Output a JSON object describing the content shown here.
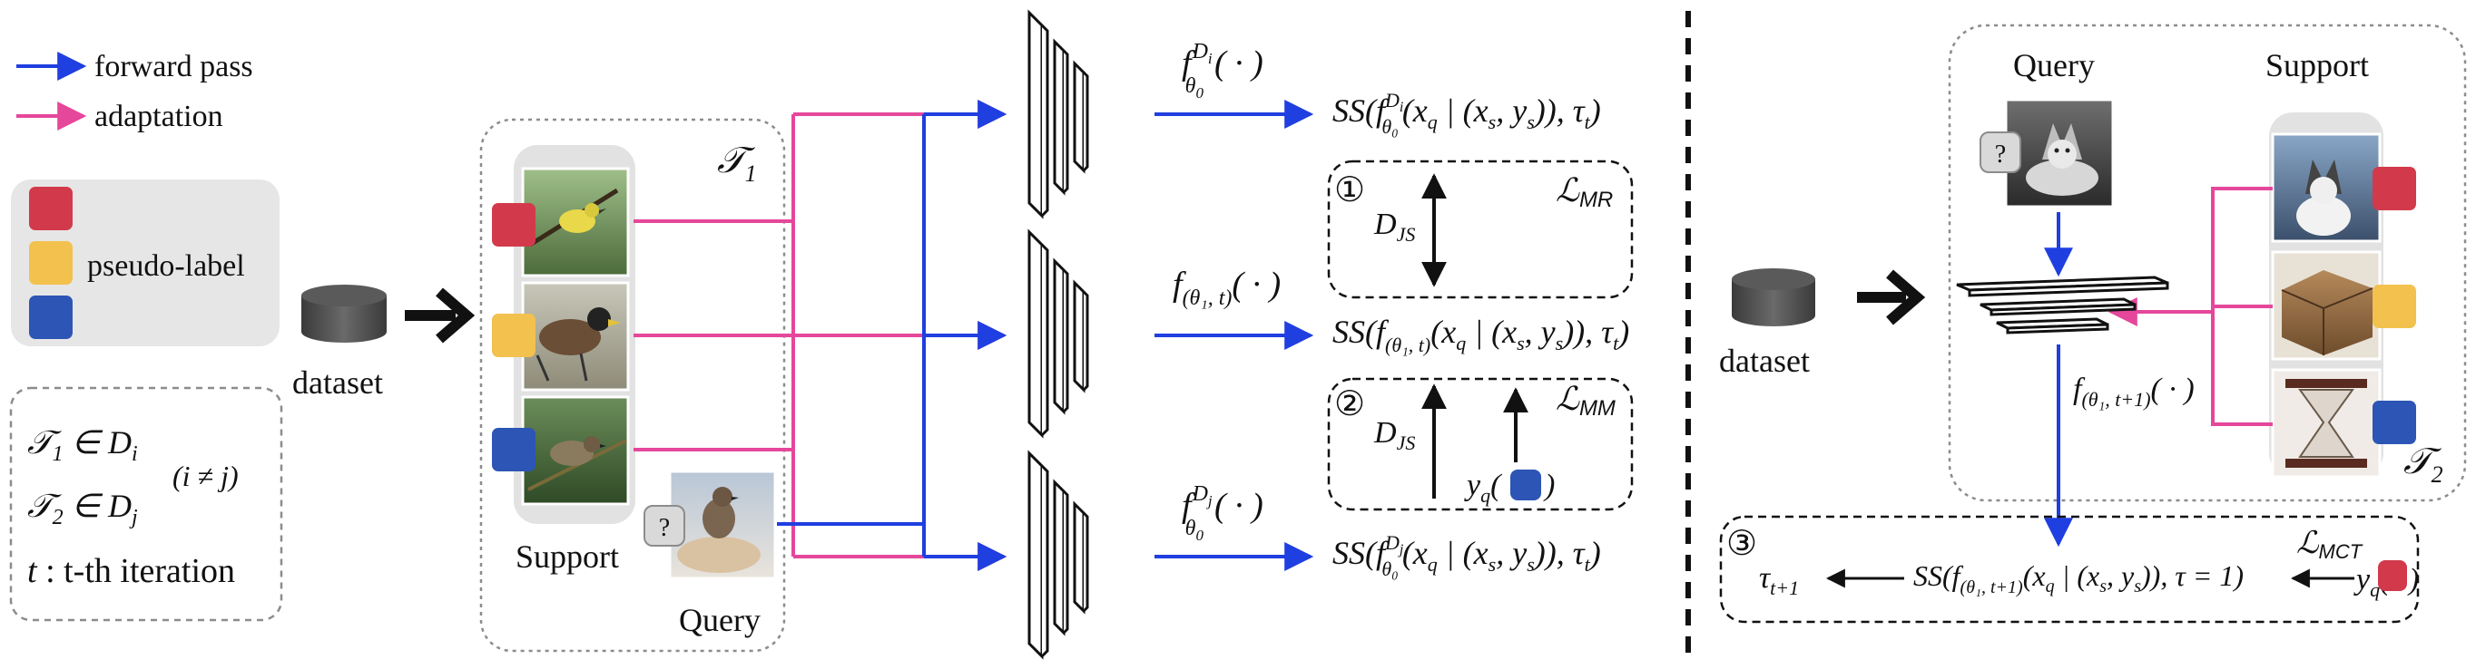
{
  "legend": {
    "forward_pass": "forward pass",
    "adaptation": "adaptation",
    "pseudo_label": "pseudo-label"
  },
  "conditions": {
    "t1_symbol": "𝒯",
    "t1_sub": "1",
    "t1_rel": " ∈ D",
    "t1_rel_sub": "i",
    "t2_symbol": "𝒯",
    "t2_sub": "2",
    "t2_rel": " ∈ D",
    "t2_rel_sub": "j",
    "ineq": "(i ≠ j)",
    "iter_var": "t",
    "iter_text": " : t-th iteration"
  },
  "left_panel": {
    "dataset": "dataset",
    "task_symbol": "𝒯",
    "task_sub": "1",
    "support": "Support",
    "query": "Query",
    "question_mark": "?"
  },
  "middle": {
    "f_top": "f",
    "f_top_sub": "θ",
    "f_top_sub2": "0",
    "f_top_sup": "D",
    "f_top_sup_sub": "i",
    "f_top_arg": "( · )",
    "f_mid": "f",
    "f_mid_sub": "(θ₁, t)",
    "f_mid_arg": "( · )",
    "f_bot": "f",
    "f_bot_sub": "θ",
    "f_bot_sub2": "0",
    "f_bot_sup": "D",
    "f_bot_sup_sub": "j",
    "f_bot_arg": "( · )",
    "ss_top_a": "SS(f",
    "ss_top_sup": "D",
    "ss_top_sup_sub": "i",
    "ss_top_sub": "θ₀",
    "ss_top_b": "(x",
    "ss_top_q": "q",
    "ss_top_c": " | (x",
    "ss_top_s1": "s",
    "ss_top_d": ", y",
    "ss_top_s2": "s",
    "ss_top_e": ")), τ",
    "ss_top_t": "t",
    "ss_top_f": ")",
    "ss_mid_a": "SS(f",
    "ss_mid_sub": "(θ₁, t)",
    "ss_mid_b": "(x",
    "ss_mid_q": "q",
    "ss_mid_c": " | (x",
    "ss_mid_s1": "s",
    "ss_mid_d": ", y",
    "ss_mid_s2": "s",
    "ss_mid_e": ")), τ",
    "ss_mid_t": "t",
    "ss_mid_f": ")",
    "ss_bot_a": "SS(f",
    "ss_bot_sup": "D",
    "ss_bot_sup_sub": "j",
    "ss_bot_sub": "θ₀",
    "ss_bot_b": "(x",
    "ss_bot_q": "q",
    "ss_bot_c": " | (x",
    "ss_bot_s1": "s",
    "ss_bot_d": ", y",
    "ss_bot_s2": "s",
    "ss_bot_e": ")), τ",
    "ss_bot_t": "t",
    "ss_bot_f": ")",
    "circle1": "①",
    "circle2": "②",
    "djs": "D",
    "djs_sub": "JS",
    "loss_mr": "ℒ",
    "loss_mr_sub": "MR",
    "loss_mm": "ℒ",
    "loss_mm_sub": "MM",
    "yq": "y",
    "yq_sub": "q",
    "yq_open": "(",
    "yq_close": ")"
  },
  "right_panel": {
    "dataset": "dataset",
    "query": "Query",
    "support": "Support",
    "question_mark": "?",
    "task_symbol": "𝒯",
    "task_sub": "2",
    "f_next": "f",
    "f_next_sub": "(θ₁, t+1)",
    "f_next_arg": "( · )",
    "circle3": "③",
    "tau_next": "τ",
    "tau_next_sub": "t+1",
    "ss_a": "SS(f",
    "ss_sub": "(θ₁, t+1)",
    "ss_b": "(x",
    "ss_q": "q",
    "ss_c": " | (x",
    "ss_s1": "s",
    "ss_d": ", y",
    "ss_s2": "s",
    "ss_e": ")), τ = 1)",
    "loss_mct": "ℒ",
    "loss_mct_sub": "MCT",
    "yq": "y",
    "yq_sub": "q",
    "yq_open": "(",
    "yq_close": ")"
  },
  "colors": {
    "forward": "#1f3fe0",
    "adaptation": "#e5479b",
    "red_label": "#d23a4c",
    "yellow_label": "#f2c14e",
    "blue_label": "#2c55b5",
    "panel_gray": "#e6e6e6",
    "dash_gray": "#8c8c8c"
  }
}
